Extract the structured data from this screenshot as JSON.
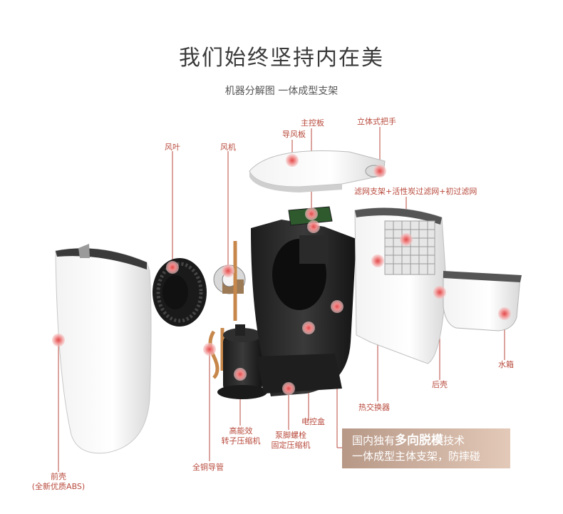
{
  "header": {
    "title": "我们始终坚持内在美",
    "subtitle": "机器分解图 一体成型支架"
  },
  "labels": {
    "main_board": "主控板",
    "handle": "立体式把手",
    "air_guide": "导风板",
    "fan_blade": "风叶",
    "fan_motor": "风机",
    "filter": "滤网支架+活性炭过滤网+初过滤网",
    "water_tank": "水箱",
    "rear_shell": "后壳",
    "heat_exchanger": "热交换器",
    "control_box": "电控盒",
    "screw_line1": "泵脚螺栓",
    "screw_line2": "固定压缩机",
    "compressor_line1": "高能效",
    "compressor_line2": "转子压缩机",
    "copper_pipe": "全铜导管",
    "front_shell_line1": "前壳",
    "front_shell_line2": "(全新优质ABS)"
  },
  "banner": {
    "line1_prefix": "国内独有",
    "line1_bold": "多向脱模",
    "line1_suffix": "技术",
    "line2": "一体成型主体支架，防摔碰"
  },
  "colors": {
    "accent": "#b84a3c",
    "hotspot": "#e24a4a",
    "banner_start": "#b79887",
    "banner_end": "#e3c9b8"
  }
}
